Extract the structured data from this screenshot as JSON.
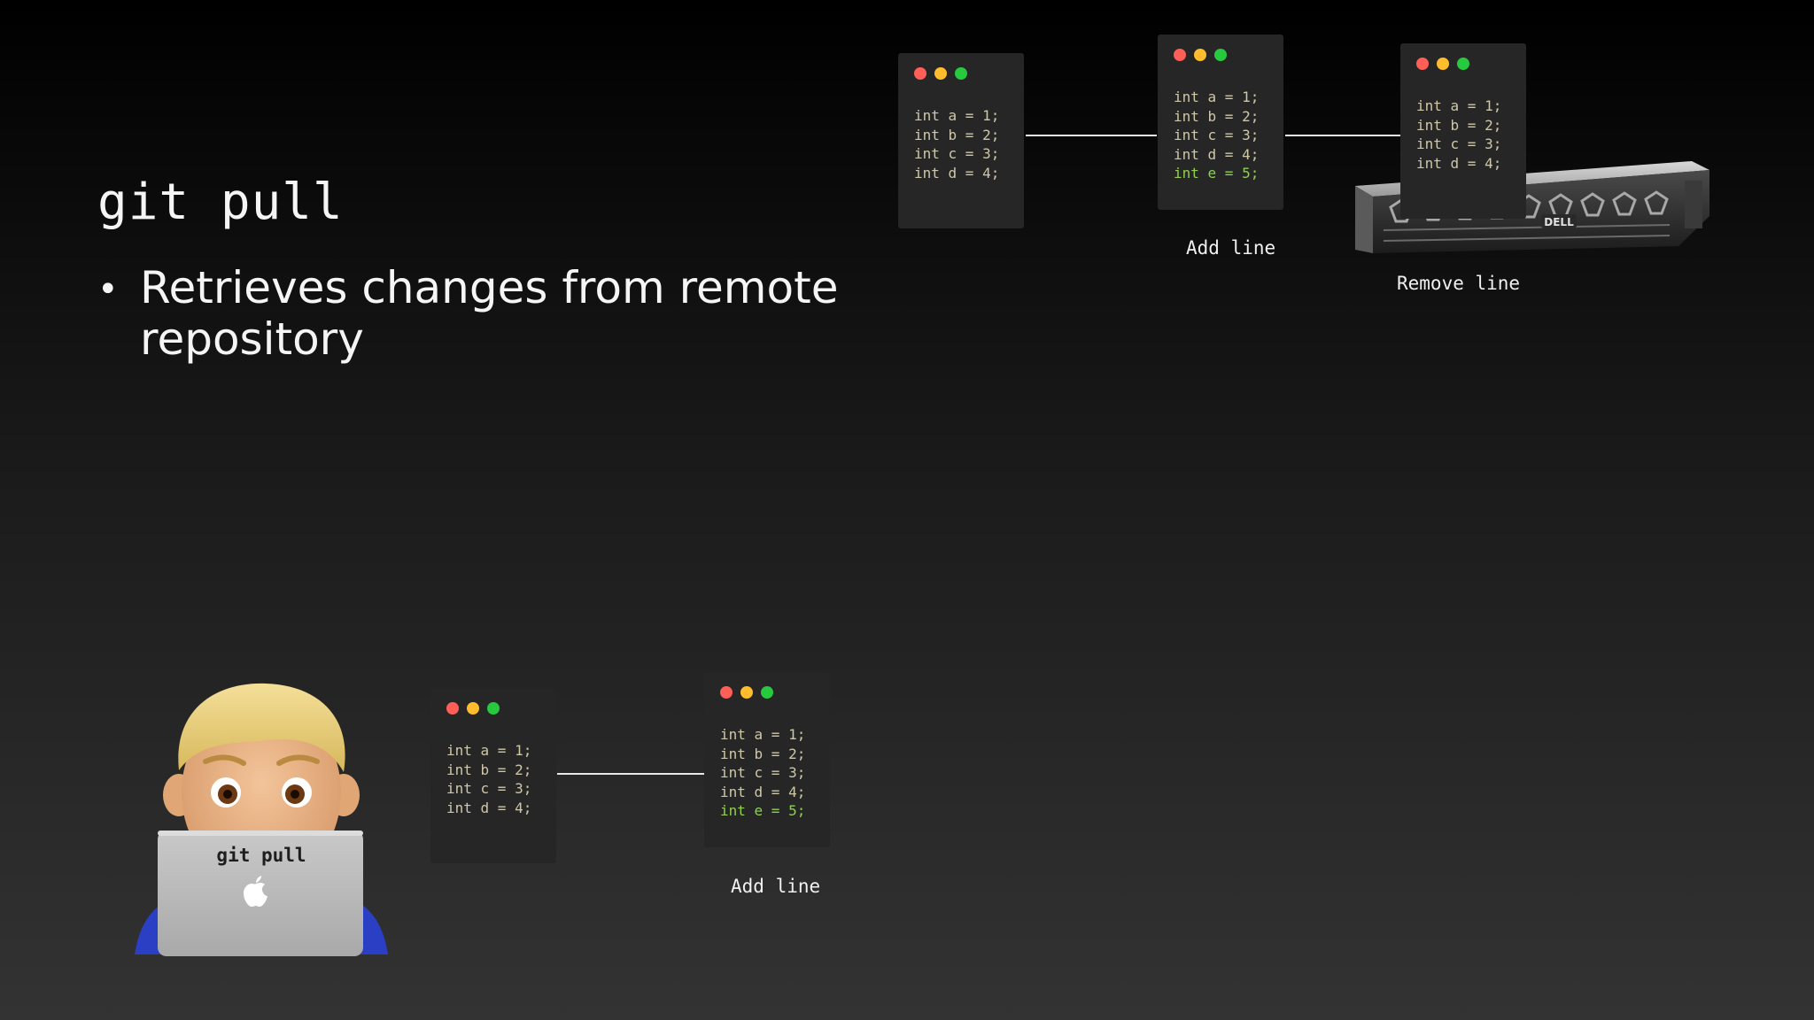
{
  "slide": {
    "title": "git pull",
    "bullets": [
      "Retrieves changes from remote repository"
    ]
  },
  "remote": {
    "commits": [
      {
        "lines": [
          "int a = 1;",
          "int b = 2;",
          "int c = 3;",
          "int d = 4;"
        ],
        "added": []
      },
      {
        "lines": [
          "int a = 1;",
          "int b = 2;",
          "int c = 3;",
          "int d = 4;"
        ],
        "added": [
          "int e = 5;"
        ],
        "label": "Add line"
      },
      {
        "lines": [
          "int a = 1;",
          "int b = 2;",
          "int c = 3;",
          "int d = 4;"
        ],
        "added": [],
        "label": "Remove line"
      }
    ],
    "server_icon": "rack-server-icon",
    "server_brand": "DELL"
  },
  "local": {
    "avatar_icon": "developer-with-laptop-icon",
    "laptop_text": "git pull",
    "laptop_logo": "apple-logo-icon",
    "commits": [
      {
        "lines": [
          "int a = 1;",
          "int b = 2;",
          "int c = 3;",
          "int d = 4;"
        ],
        "added": []
      },
      {
        "lines": [
          "int a = 1;",
          "int b = 2;",
          "int c = 3;",
          "int d = 4;"
        ],
        "added": [
          "int e = 5;"
        ],
        "label": "Add line"
      }
    ]
  },
  "colors": {
    "dot_red": "#ff5f56",
    "dot_yellow": "#ffbd2e",
    "dot_green": "#27c93f",
    "code_text": "#cfc8a8",
    "added_text": "#8fd14f",
    "card_bg": "#262626"
  }
}
